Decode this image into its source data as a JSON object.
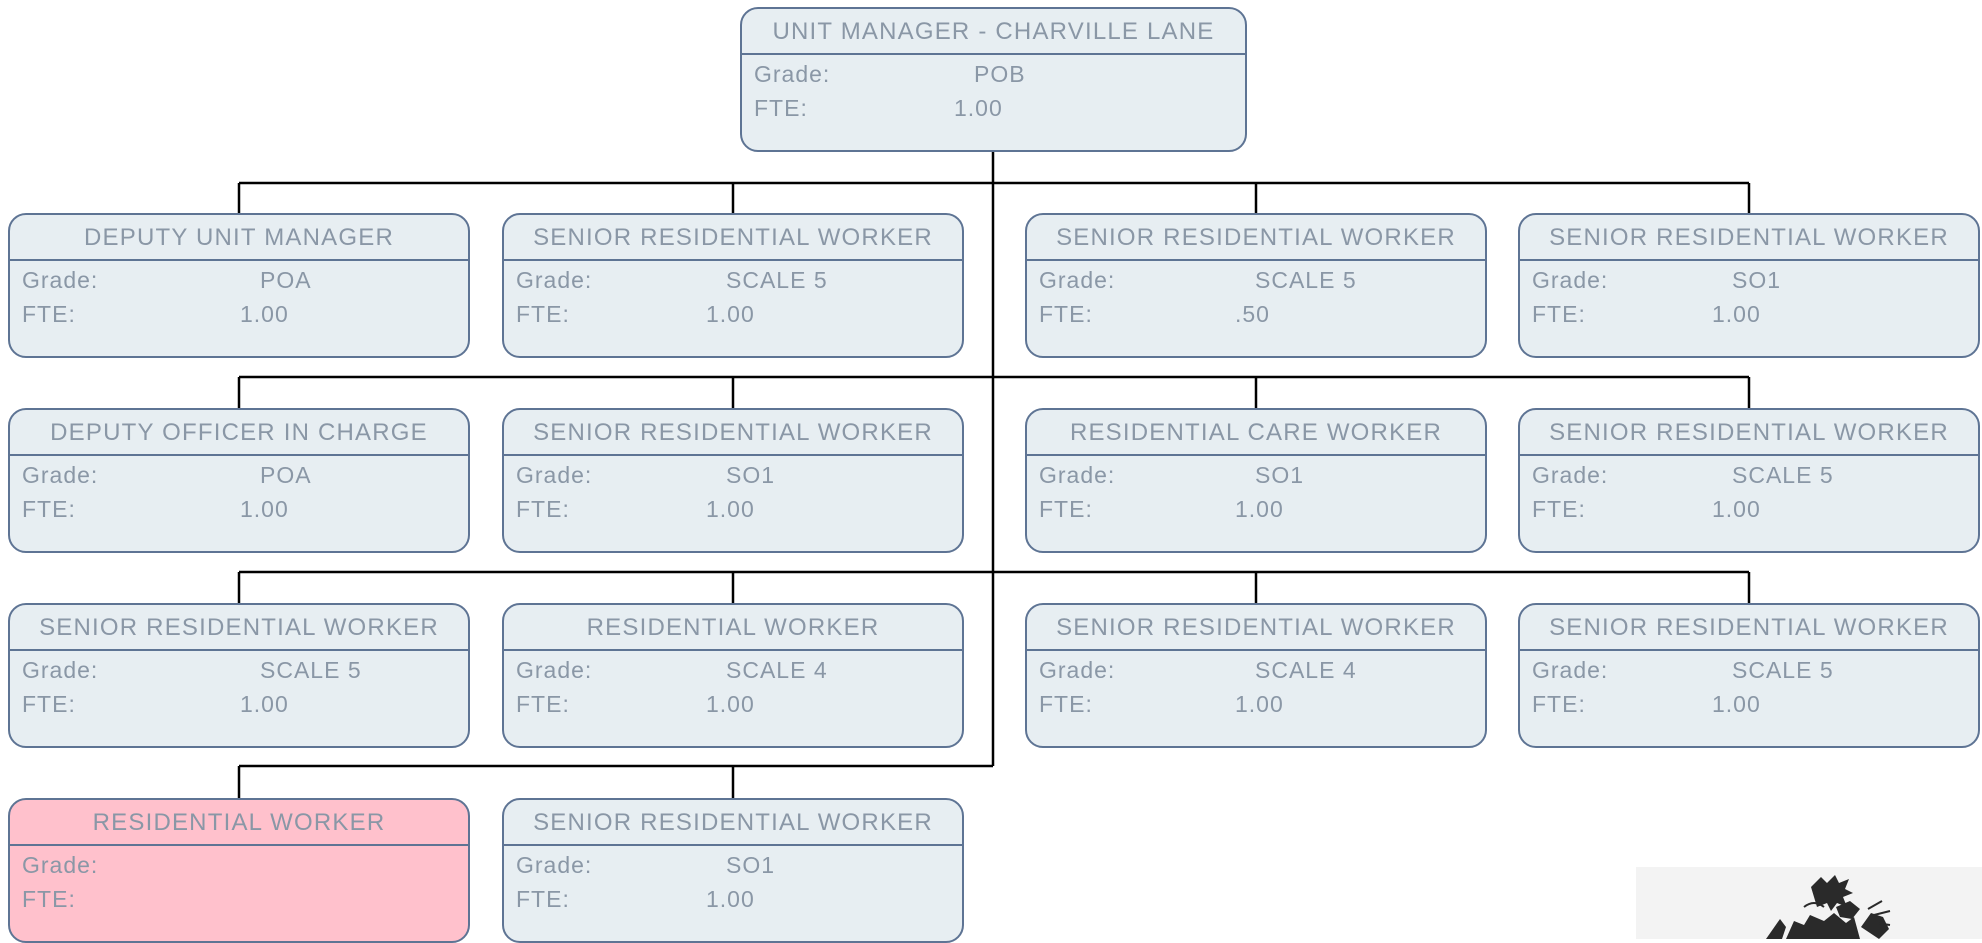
{
  "labels": {
    "grade": "Grade:",
    "fte": "FTE:"
  },
  "colors": {
    "box_fill": "#e7eef2",
    "box_border": "#5e7494",
    "text": "#8a97a6",
    "vacant_fill": "#ffc1cc",
    "connector": "#000000"
  },
  "icon": "crest-emblem-icon",
  "root": {
    "title": "UNIT MANAGER - CHARVILLE LANE",
    "grade": "POB",
    "fte": "1.00"
  },
  "rows": [
    [
      {
        "title": "DEPUTY UNIT MANAGER",
        "grade": "POA",
        "fte": "1.00"
      },
      {
        "title": "SENIOR RESIDENTIAL WORKER",
        "grade": "SCALE 5",
        "fte": "1.00"
      },
      {
        "title": "SENIOR RESIDENTIAL WORKER",
        "grade": "SCALE 5",
        "fte": ".50"
      },
      {
        "title": "SENIOR RESIDENTIAL WORKER",
        "grade": "SO1",
        "fte": "1.00"
      }
    ],
    [
      {
        "title": "DEPUTY OFFICER IN CHARGE",
        "grade": "POA",
        "fte": "1.00"
      },
      {
        "title": "SENIOR RESIDENTIAL WORKER",
        "grade": "SO1",
        "fte": "1.00"
      },
      {
        "title": "RESIDENTIAL CARE WORKER",
        "grade": "SO1",
        "fte": "1.00"
      },
      {
        "title": "SENIOR RESIDENTIAL WORKER",
        "grade": "SCALE 5",
        "fte": "1.00"
      }
    ],
    [
      {
        "title": "SENIOR RESIDENTIAL WORKER",
        "grade": "SCALE 5",
        "fte": "1.00"
      },
      {
        "title": "RESIDENTIAL WORKER",
        "grade": "SCALE 4",
        "fte": "1.00"
      },
      {
        "title": "SENIOR RESIDENTIAL WORKER",
        "grade": "SCALE 4",
        "fte": "1.00"
      },
      {
        "title": "SENIOR RESIDENTIAL WORKER",
        "grade": "SCALE 5",
        "fte": "1.00"
      }
    ],
    [
      {
        "title": "RESIDENTIAL WORKER",
        "grade": "",
        "fte": "",
        "vacant": true
      },
      {
        "title": "SENIOR RESIDENTIAL WORKER",
        "grade": "SO1",
        "fte": "1.00"
      }
    ]
  ]
}
